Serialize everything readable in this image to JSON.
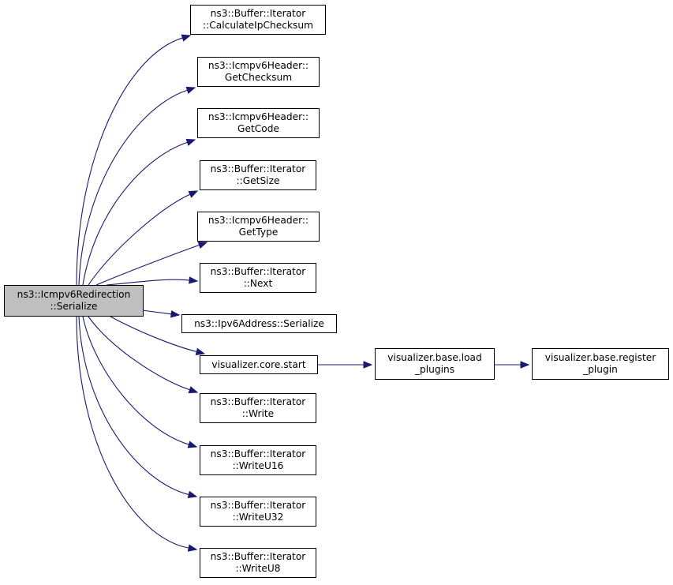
{
  "nodes": {
    "root": {
      "line1": "ns3::Icmpv6Redirection",
      "line2": "::Serialize"
    },
    "calc_ip_checksum": {
      "line1": "ns3::Buffer::Iterator",
      "line2": "::CalculateIpChecksum"
    },
    "get_checksum": {
      "line1": "ns3::Icmpv6Header::",
      "line2": "GetChecksum"
    },
    "get_code": {
      "line1": "ns3::Icmpv6Header::",
      "line2": "GetCode"
    },
    "get_size": {
      "line1": "ns3::Buffer::Iterator",
      "line2": "::GetSize"
    },
    "get_type": {
      "line1": "ns3::Icmpv6Header::",
      "line2": "GetType"
    },
    "next": {
      "line1": "ns3::Buffer::Iterator",
      "line2": "::Next"
    },
    "ipv6_serialize": {
      "line1": "ns3::Ipv6Address::Serialize"
    },
    "core_start": {
      "line1": "visualizer.core.start"
    },
    "load_plugins": {
      "line1": "visualizer.base.load",
      "line2": "_plugins"
    },
    "register_plugin": {
      "line1": "visualizer.base.register",
      "line2": "_plugin"
    },
    "write": {
      "line1": "ns3::Buffer::Iterator",
      "line2": "::Write"
    },
    "write_u16": {
      "line1": "ns3::Buffer::Iterator",
      "line2": "::WriteU16"
    },
    "write_u32": {
      "line1": "ns3::Buffer::Iterator",
      "line2": "::WriteU32"
    },
    "write_u8": {
      "line1": "ns3::Buffer::Iterator",
      "line2": "::WriteU8"
    }
  },
  "edges": [
    [
      "root",
      "calc_ip_checksum"
    ],
    [
      "root",
      "get_checksum"
    ],
    [
      "root",
      "get_code"
    ],
    [
      "root",
      "get_size"
    ],
    [
      "root",
      "get_type"
    ],
    [
      "root",
      "next"
    ],
    [
      "root",
      "ipv6_serialize"
    ],
    [
      "root",
      "core_start"
    ],
    [
      "core_start",
      "load_plugins"
    ],
    [
      "load_plugins",
      "register_plugin"
    ],
    [
      "root",
      "write"
    ],
    [
      "root",
      "write_u16"
    ],
    [
      "root",
      "write_u32"
    ],
    [
      "root",
      "write_u8"
    ]
  ],
  "colors": {
    "edge": "#191970",
    "root_fill": "#bfbfbf",
    "node_border": "#000000"
  }
}
